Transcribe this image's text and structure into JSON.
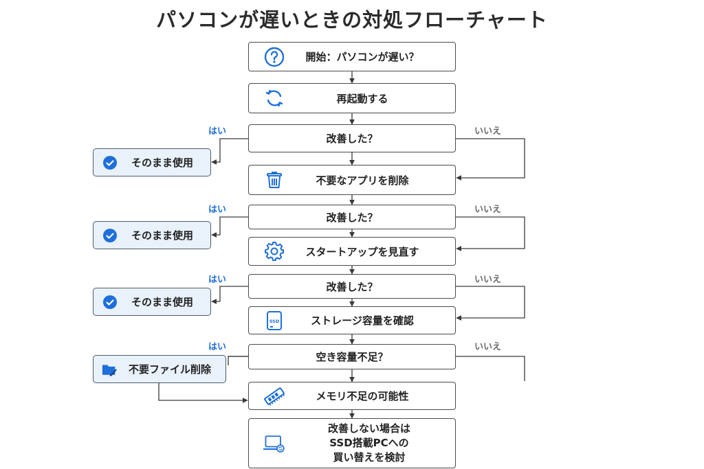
{
  "title": "パソコンが遅いときの対処フローチャート",
  "nodes": {
    "start": "開始：パソコンが遅い？",
    "restart": "再起動する",
    "check1": "改善した？",
    "remove_apps": "不要なアプリを削除",
    "check2": "改善した？",
    "review_startup": "スタートアップを見直す",
    "check3": "改善した？",
    "check_storage": "ストレージ容量を確認",
    "low_space": "空き容量不足？",
    "memory": "メモリ不足の可能性",
    "final_line1": "改善しない場合は",
    "final_line2": "SSD搭載PCへの",
    "final_line3": "買い替えを検討"
  },
  "side": {
    "keep_using_1": "そのまま使用",
    "keep_using_2": "そのまま使用",
    "keep_using_3": "そのまま使用",
    "delete_files": "不要ファイル削除"
  },
  "labels": {
    "yes": "はい",
    "no": "いいえ"
  },
  "colors": {
    "accent_blue": "#1e6fd9",
    "side_fill": "#e9f1fb",
    "no_label": "#6b6b6b"
  },
  "icons": {
    "start": "question-circle-icon",
    "restart": "refresh-icon",
    "remove_apps": "trash-icon",
    "review_startup": "gear-icon",
    "check_storage": "ssd-icon",
    "memory": "memory-module-icon",
    "final": "laptop-icon",
    "keep_using": "check-circle-icon",
    "delete_files": "folder-clean-icon"
  }
}
